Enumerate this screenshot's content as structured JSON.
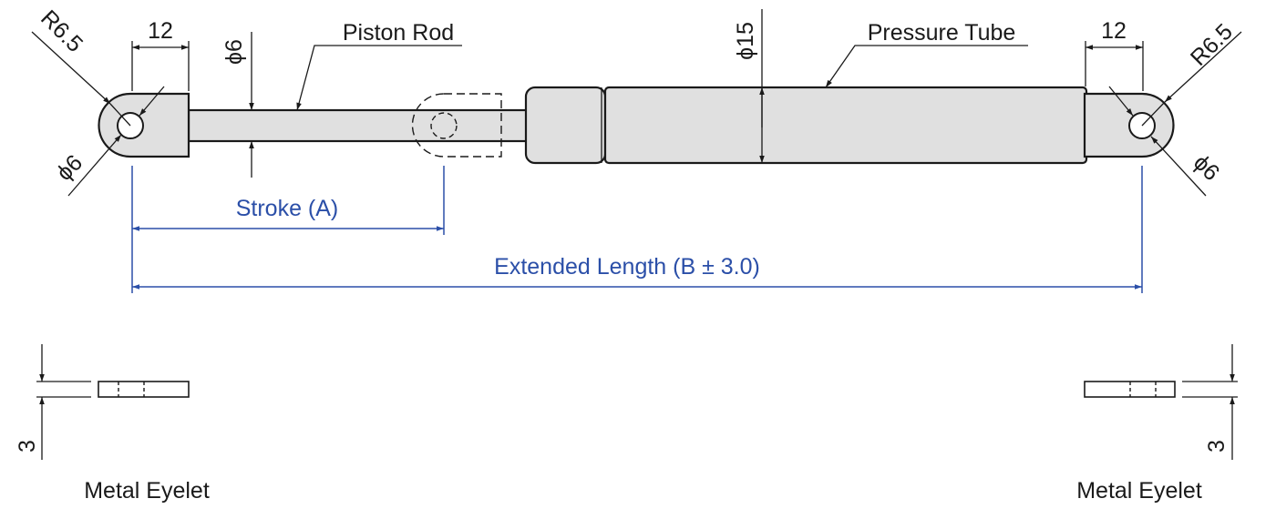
{
  "labels": {
    "piston_rod": "Piston Rod",
    "pressure_tube": "Pressure Tube",
    "stroke": "Stroke (A)",
    "extended_length": "Extended Length (B ± 3.0)",
    "metal_eyelet_left": "Metal Eyelet",
    "metal_eyelet_right": "Metal Eyelet"
  },
  "dims": {
    "left_width": "12",
    "right_width": "12",
    "left_radius": "R6.5",
    "right_radius": "R6.5",
    "left_hole": "ϕ6",
    "right_hole": "ϕ6",
    "rod_dia": "ϕ6",
    "tube_dia": "ϕ15",
    "left_thickness": "3",
    "right_thickness": "3"
  },
  "colors": {
    "dimension_blue": "#2b4fa8",
    "body_fill": "#e0e0e0"
  }
}
